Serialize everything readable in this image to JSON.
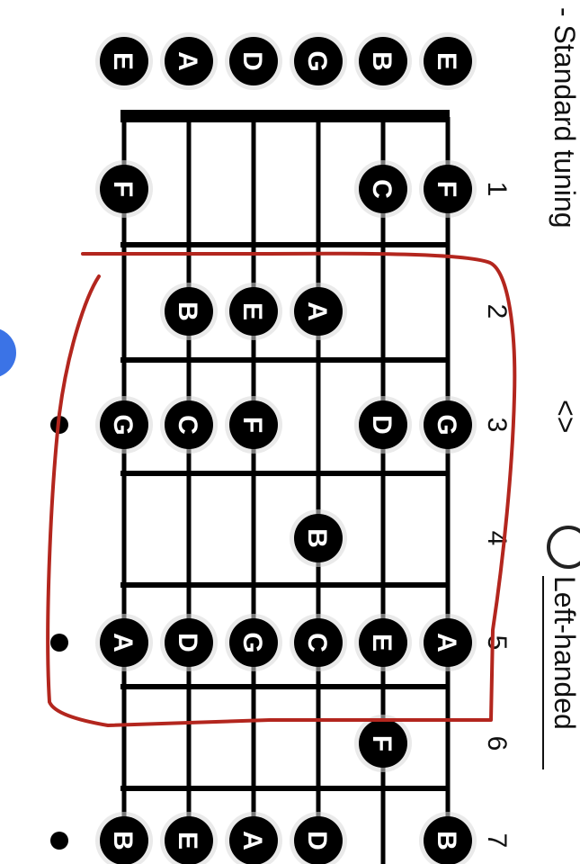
{
  "header": {
    "tuning_label": "- Standard tuning",
    "selector_glyph": "<>",
    "left_handed_label": "Left-handed"
  },
  "fretboard": {
    "strings": [
      "E",
      "A",
      "D",
      "G",
      "B",
      "E"
    ],
    "open_notes": [
      "E",
      "A",
      "D",
      "G",
      "B",
      "E"
    ],
    "fret_numbers": [
      "1",
      "2",
      "3",
      "4",
      "5",
      "6",
      "7"
    ],
    "notes": [
      {
        "fret": 1,
        "string": 1,
        "label": "F"
      },
      {
        "fret": 1,
        "string": 5,
        "label": "C"
      },
      {
        "fret": 1,
        "string": 6,
        "label": "F"
      },
      {
        "fret": 2,
        "string": 2,
        "label": "B"
      },
      {
        "fret": 2,
        "string": 3,
        "label": "E"
      },
      {
        "fret": 2,
        "string": 4,
        "label": "A"
      },
      {
        "fret": 3,
        "string": 1,
        "label": "G"
      },
      {
        "fret": 3,
        "string": 2,
        "label": "C"
      },
      {
        "fret": 3,
        "string": 3,
        "label": "F"
      },
      {
        "fret": 3,
        "string": 5,
        "label": "D"
      },
      {
        "fret": 3,
        "string": 6,
        "label": "G"
      },
      {
        "fret": 4,
        "string": 4,
        "label": "B"
      },
      {
        "fret": 5,
        "string": 1,
        "label": "A"
      },
      {
        "fret": 5,
        "string": 2,
        "label": "D"
      },
      {
        "fret": 5,
        "string": 3,
        "label": "G"
      },
      {
        "fret": 5,
        "string": 4,
        "label": "C"
      },
      {
        "fret": 5,
        "string": 5,
        "label": "E"
      },
      {
        "fret": 5,
        "string": 6,
        "label": "A"
      },
      {
        "fret": 6,
        "string": 5,
        "label": "F"
      },
      {
        "fret": 7,
        "string": 1,
        "label": "B"
      },
      {
        "fret": 7,
        "string": 2,
        "label": "E"
      },
      {
        "fret": 7,
        "string": 3,
        "label": "A"
      },
      {
        "fret": 7,
        "string": 4,
        "label": "D"
      },
      {
        "fret": 7,
        "string": 6,
        "label": "B"
      }
    ],
    "inlay_frets": [
      3,
      5,
      7
    ]
  },
  "colors": {
    "note_fill": "#000000",
    "annotation": "#b3261e",
    "accent": "#3b73e6"
  }
}
